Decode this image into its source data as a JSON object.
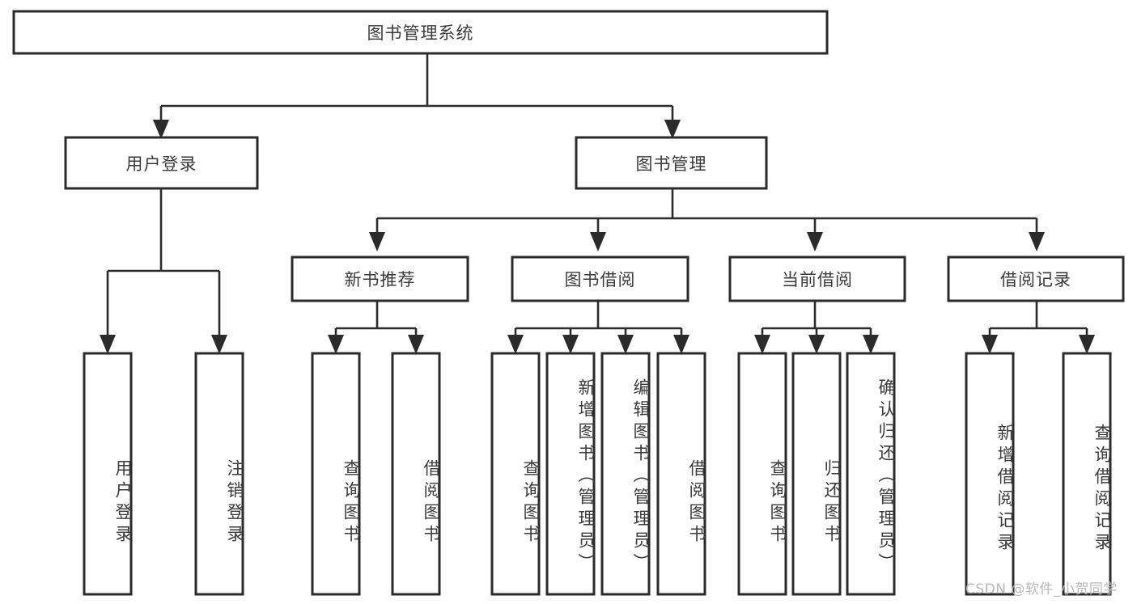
{
  "diagram": {
    "type": "tree",
    "title_node": {
      "id": "root",
      "label": "图书管理系统"
    },
    "level2": [
      {
        "id": "user-login",
        "label": "用户登录"
      },
      {
        "id": "book-manage",
        "label": "图书管理"
      }
    ],
    "level3": [
      {
        "id": "new-book-rec",
        "label": "新书推荐",
        "parent": "book-manage"
      },
      {
        "id": "book-borrow",
        "label": "图书借阅",
        "parent": "book-manage"
      },
      {
        "id": "current-borrow",
        "label": "当前借阅",
        "parent": "book-manage"
      },
      {
        "id": "borrow-record",
        "label": "借阅记录",
        "parent": "book-manage"
      }
    ],
    "leaves": {
      "user-login": [
        {
          "id": "leaf-user-login",
          "label": "用户登录"
        },
        {
          "id": "leaf-logout-login",
          "label": "注销登录"
        }
      ],
      "new-book-rec": [
        {
          "id": "leaf-query-book-1",
          "label": "查询图书"
        },
        {
          "id": "leaf-borrow-book-1",
          "label": "借阅图书"
        }
      ],
      "book-borrow": [
        {
          "id": "leaf-query-book-2",
          "label": "查询图书"
        },
        {
          "id": "leaf-add-book",
          "label": "新增图书（管理员）"
        },
        {
          "id": "leaf-edit-book",
          "label": "编辑图书（管理员）"
        },
        {
          "id": "leaf-borrow-book-2",
          "label": "借阅图书"
        }
      ],
      "current-borrow": [
        {
          "id": "leaf-query-book-3",
          "label": "查询图书"
        },
        {
          "id": "leaf-return-book",
          "label": "归还图书"
        },
        {
          "id": "leaf-confirm-return",
          "label": "确认归还（管理员）"
        }
      ],
      "borrow-record": [
        {
          "id": "leaf-add-record",
          "label": "新增借阅记录"
        },
        {
          "id": "leaf-query-record",
          "label": "查询借阅记录"
        }
      ]
    },
    "colors": {
      "box_fill": "#ffffff",
      "box_stroke": "#2b2b2b",
      "connector": "#2b2b2b",
      "text": "#3a3a3a",
      "watermark": "#b8b8b8",
      "background": "#ffffff"
    }
  },
  "watermark": {
    "text": "CSDN @软件_小贺同学"
  }
}
